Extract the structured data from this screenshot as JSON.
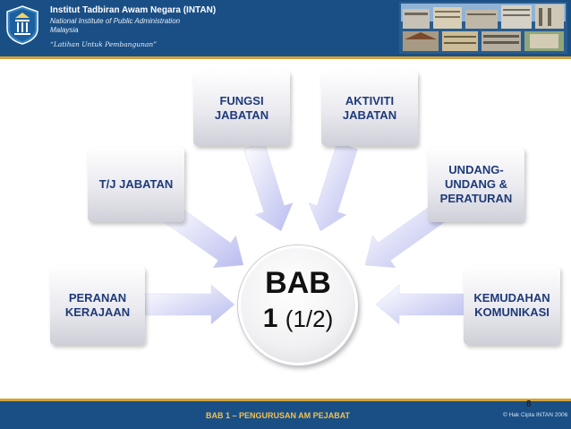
{
  "header": {
    "org_name": "Institut Tadbiran Awam Negara (INTAN)",
    "org_english_line1": "National Institute of Public Administration",
    "org_english_line2": "Malaysia",
    "motto": "“Latihan Untuk Pembangunan”",
    "logo_icon": "intan-logo-icon"
  },
  "diagram": {
    "center_line1": "BAB",
    "center_line2_number": "1",
    "center_line2_paren": "(1/2)",
    "boxes": {
      "peranan": "PERANAN\nKERAJAAN",
      "tj_jabatan": "T/J JABATAN",
      "fungsi": "FUNGSI\nJABATAN",
      "aktiviti": "AKTIVITI\nJABATAN",
      "undang": "UNDANG-\nUNDANG &\nPERATURAN",
      "kemudahan": "KEMUDAHAN\nKOMUNIKASI"
    }
  },
  "footer": {
    "page_number": "8",
    "title": "BAB 1 – PENGURUSAN AM PEJABAT",
    "copyright": "© Hak Cipta INTAN 2006"
  },
  "colors": {
    "header_bg": "#1a4f86",
    "accent_gold": "#d2a23a",
    "box_text": "#1e3a78",
    "arrow": "#c9cbf2"
  }
}
